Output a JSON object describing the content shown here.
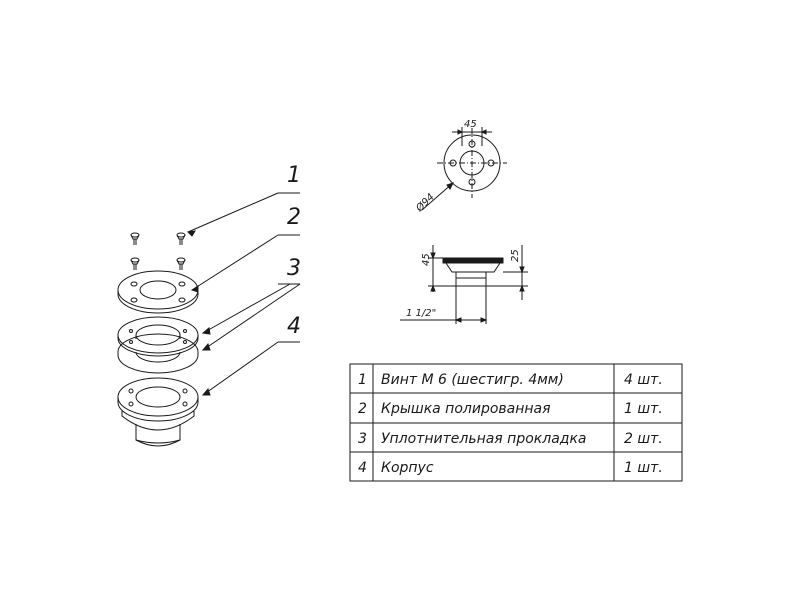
{
  "callouts": [
    "1",
    "2",
    "3",
    "4"
  ],
  "dimensions": {
    "bolt_spacing": "45",
    "diameter": "Ø94",
    "height_total": "45",
    "height_part": "25",
    "thread": "1 1/2\""
  },
  "parts_table": {
    "rows": [
      {
        "num": "1",
        "name": "Винт М 6 (шестигр. 4мм)",
        "qty": "4 шт."
      },
      {
        "num": "2",
        "name": "Крышка полированная",
        "qty": "1 шт."
      },
      {
        "num": "3",
        "name": "Уплотнительная прокладка",
        "qty": "2 шт."
      },
      {
        "num": "4",
        "name": "Корпус",
        "qty": "1 шт."
      }
    ]
  },
  "colors": {
    "line": "#1a1a1a",
    "background": "#ffffff"
  }
}
